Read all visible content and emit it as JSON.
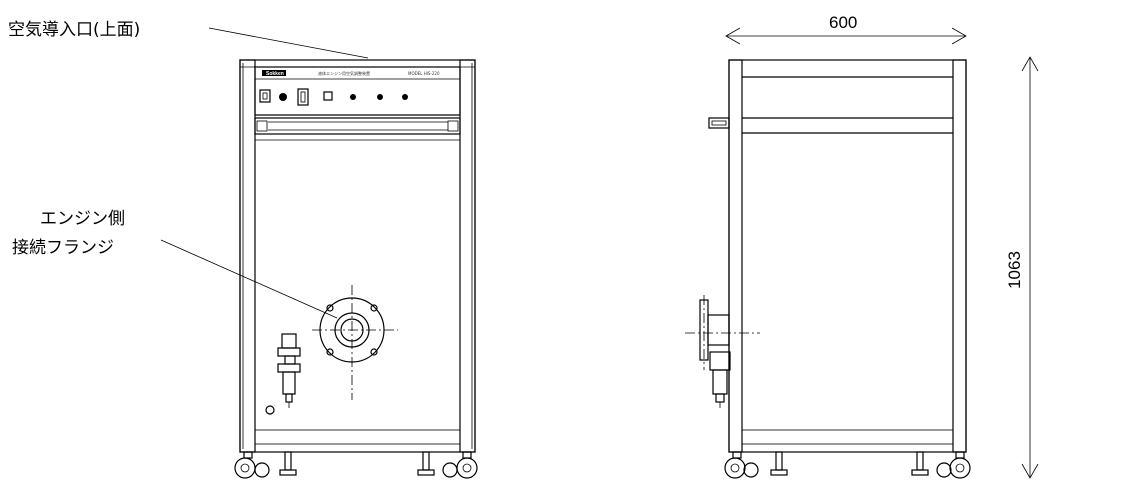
{
  "labels": {
    "air_inlet": "空気導入口(上面)",
    "flange_line1": "エンジン側",
    "flange_line2": "接続フランジ"
  },
  "dimensions": {
    "width": "600",
    "height": "1063"
  },
  "panel": {
    "brand": "Sokken",
    "title": "液体エンジン用空気調整装置",
    "model": "MODEL HIS-220"
  },
  "colors": {
    "line": "#000000",
    "background": "#ffffff"
  }
}
